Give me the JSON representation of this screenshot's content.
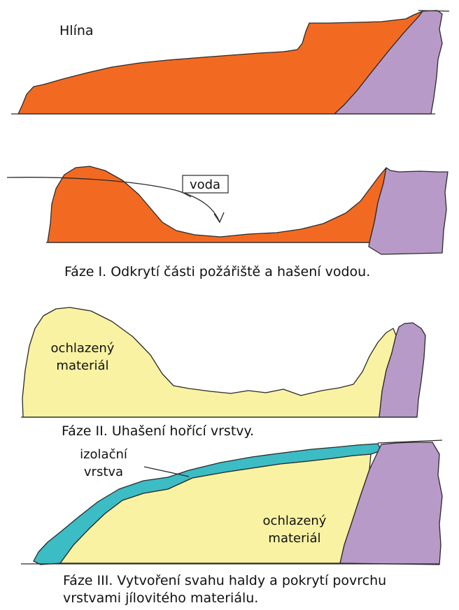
{
  "colors": {
    "clay": "#f26a22",
    "rock": "#b89ac8",
    "cooled": "#f8f2a2",
    "insulation": "#3cbcc4",
    "outline": "#2a2a2a"
  },
  "panel1": {
    "label": "Hlína"
  },
  "panel2": {
    "water_label": "voda",
    "caption": "Fáze I. Odkrytí části požářiště a hašení vodou."
  },
  "panel3": {
    "material_line1": "ochlazený",
    "material_line2": "materiál",
    "caption": "Fáze II. Uhašení hořící vrstvy."
  },
  "panel4": {
    "insulation_line1": "izolační",
    "insulation_line2": "vrstva",
    "material_line1": "ochlazený",
    "material_line2": "materiál",
    "caption_line1": "Fáze III. Vytvoření svahu haldy a pokrytí povrchu",
    "caption_line2": "vrstvami jílovitého materiálu."
  }
}
